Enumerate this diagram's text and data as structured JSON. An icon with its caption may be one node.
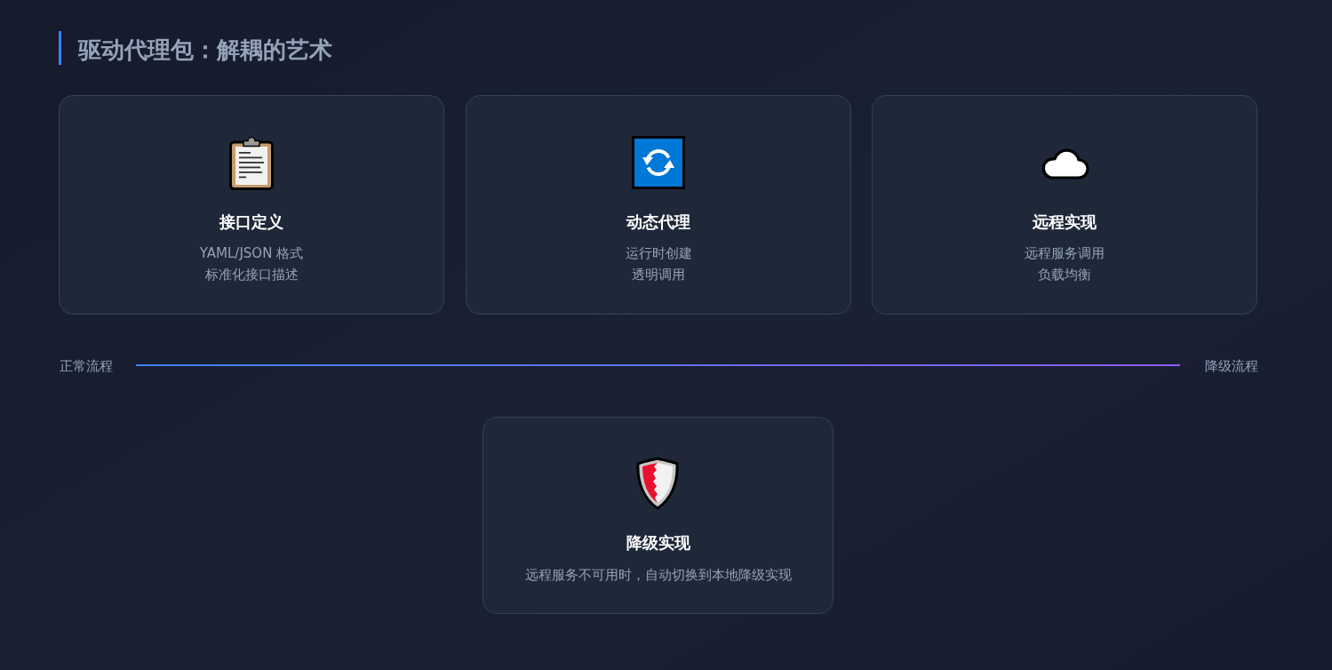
{
  "diagram": {
    "title": "驱动代理包：解耦的艺术",
    "nodes": [
      {
        "text": [
          "接口定义",
          "YAML/JSON 格式",
          "标准化接口描述"
        ]
      },
      {
        "text": [
          "动态代理",
          "运行时创建",
          "透明调用"
        ]
      },
      {
        "text": [
          "远程实现",
          "远程服务调用",
          "负载均衡"
        ]
      },
      {
        "text": [
          "降级实现",
          "远程服务不可用时，自动切换到本地降级实现"
        ]
      }
    ],
    "labels": [
      "正常流程",
      "降级流程"
    ]
  }
}
